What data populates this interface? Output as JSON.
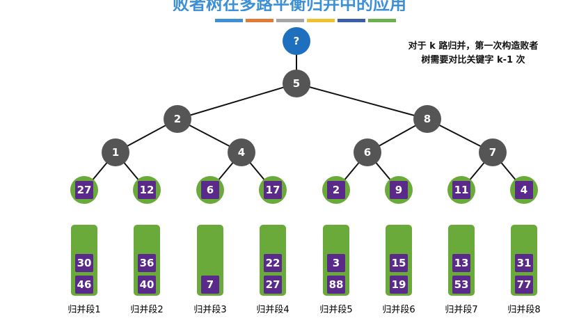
{
  "title": "败者树在多路平衡归并中的应用",
  "stripe_colors": [
    "#3d8fd6",
    "#e07b35",
    "#a5a5a5",
    "#f2c12e",
    "#3a5fa8",
    "#6bb04a"
  ],
  "note": {
    "line1": "对于 k 路归并，第一次构造败者",
    "line2": "树需要对比关键字 k-1 次"
  },
  "colors": {
    "winner": "#1f6fbf",
    "internal": "#555555",
    "green": "#6aaa3a",
    "purple": "#5a2a8a",
    "edge": "#111111"
  },
  "winner": "?",
  "internal_nodes": [
    "5",
    "2",
    "8",
    "1",
    "4",
    "6",
    "7"
  ],
  "leaves": [
    "27",
    "12",
    "6",
    "17",
    "2",
    "9",
    "11",
    "4"
  ],
  "segments": [
    {
      "label": "归并段1",
      "values": [
        "30",
        "46"
      ]
    },
    {
      "label": "归并段2",
      "values": [
        "36",
        "40"
      ]
    },
    {
      "label": "归并段3",
      "values": [
        "7"
      ]
    },
    {
      "label": "归并段4",
      "values": [
        "22",
        "27"
      ]
    },
    {
      "label": "归并段5",
      "values": [
        "3",
        "88"
      ]
    },
    {
      "label": "归并段6",
      "values": [
        "15",
        "19"
      ]
    },
    {
      "label": "归并段7",
      "values": [
        "13",
        "53"
      ]
    },
    {
      "label": "归并段8",
      "values": [
        "31",
        "77"
      ]
    }
  ]
}
